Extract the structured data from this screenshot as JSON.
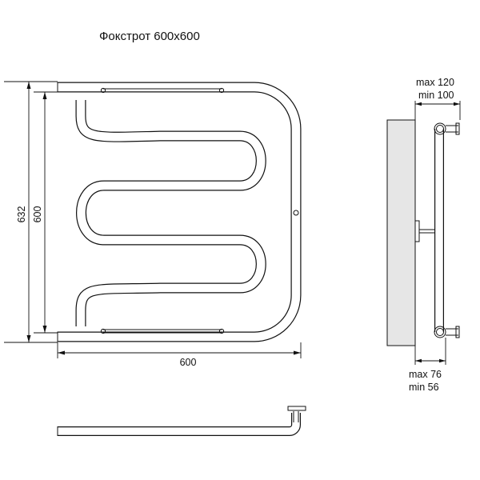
{
  "title": "Фокстрот 600х600",
  "front_view": {
    "height_outer_label": "632",
    "height_inner_label": "600",
    "width_label": "600"
  },
  "side_view": {
    "top_max_label": "max 120",
    "top_min_label": "min 100",
    "bottom_max_label": "max 76",
    "bottom_min_label": "min 56"
  },
  "colors": {
    "line": "#111111",
    "wall_fill": "#e6e6e6",
    "background": "#ffffff"
  }
}
